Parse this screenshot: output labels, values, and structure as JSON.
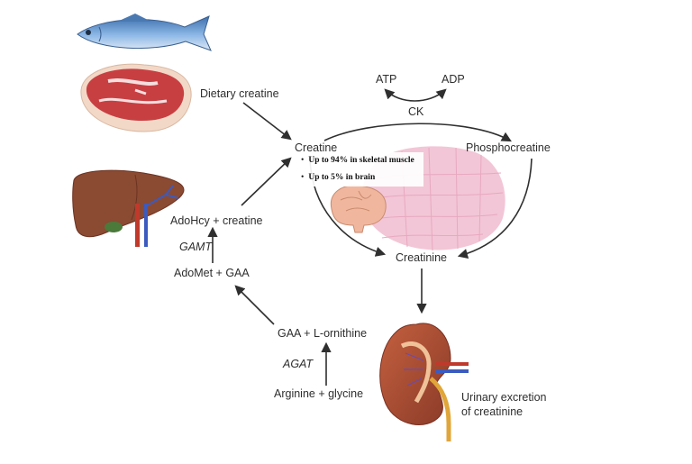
{
  "labels": {
    "dietary_creatine": "Dietary creatine",
    "atp": "ATP",
    "adp": "ADP",
    "ck": "CK",
    "creatine": "Creatine",
    "phosphocreatine": "Phosphocreatine",
    "adohcy_creatine": "AdoHcy + creatine",
    "gamt": "GAMT",
    "adomet_gaa": "AdoMet + GAA",
    "creatinine": "Creatinine",
    "gaa_ornithine": "GAA + L-ornithine",
    "agat": "AGAT",
    "arginine_glycine": "Arginine + glycine",
    "urinary_excretion_line1": "Urinary excretion",
    "urinary_excretion_line2": "of creatinine"
  },
  "storage_notes": [
    "Up to 94% in skeletal muscle",
    "Up to 5% in brain"
  ],
  "icons": [
    "fish-icon",
    "meat-icon",
    "liver-icon",
    "muscle-tissue-icon",
    "brain-icon",
    "kidney-icon"
  ],
  "colors": {
    "arrow": "#2f2f2f",
    "muscle": "#f2c6d6",
    "liver": "#8b4a32",
    "kidney": "#b5523a",
    "fish": "#5b8fc9",
    "meat": "#c84a4a"
  }
}
